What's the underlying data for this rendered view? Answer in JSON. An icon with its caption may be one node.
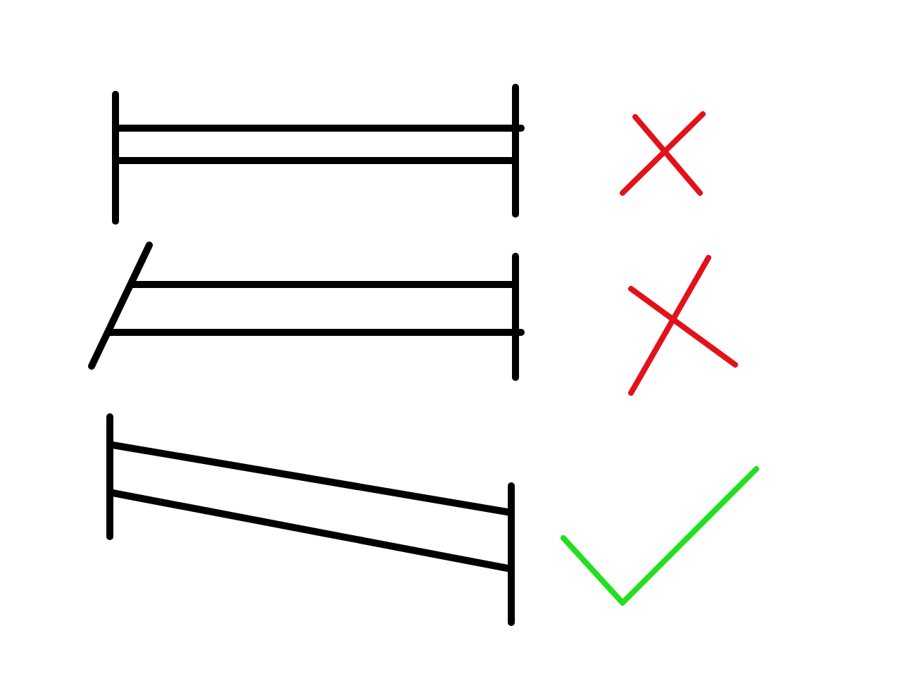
{
  "diagram": {
    "nodes": [
      {
        "text": [],
        "shape": "picture"
      },
      {
        "text": [],
        "shape": "cross"
      },
      {
        "text": [],
        "shape": "picture"
      },
      {
        "text": [],
        "shape": "cross"
      },
      {
        "text": [],
        "shape": "picture"
      },
      {
        "text": [],
        "shape": "tick"
      }
    ]
  }
}
